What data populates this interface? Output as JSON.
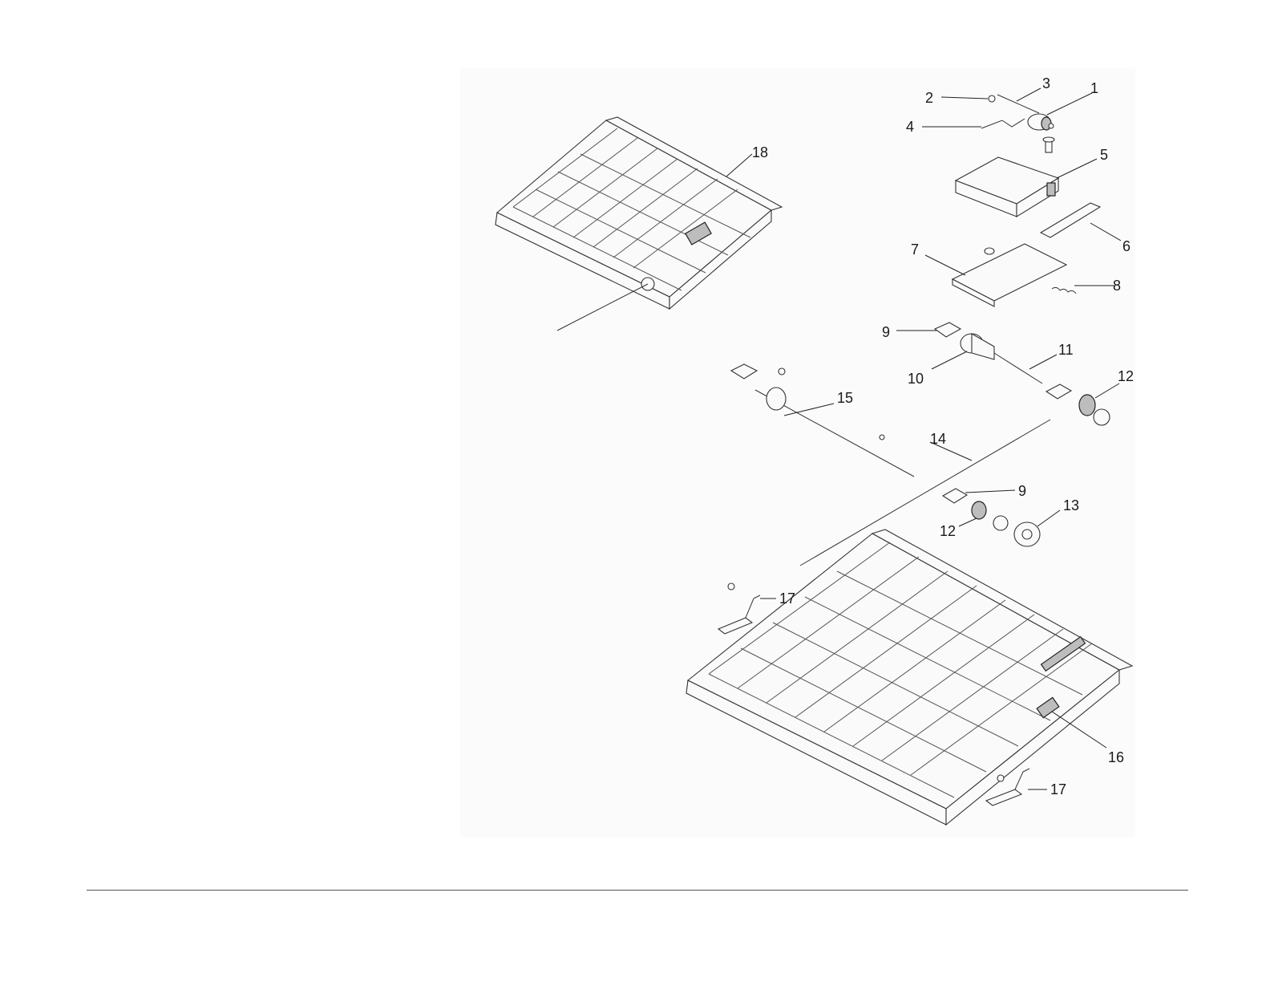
{
  "diagram": {
    "callouts": [
      {
        "id": "c1",
        "label": "1"
      },
      {
        "id": "c2",
        "label": "2"
      },
      {
        "id": "c3",
        "label": "3"
      },
      {
        "id": "c4",
        "label": "4"
      },
      {
        "id": "c5",
        "label": "5"
      },
      {
        "id": "c6",
        "label": "6"
      },
      {
        "id": "c7",
        "label": "7"
      },
      {
        "id": "c8",
        "label": "8"
      },
      {
        "id": "c9a",
        "label": "9"
      },
      {
        "id": "c9b",
        "label": "9"
      },
      {
        "id": "c10",
        "label": "10"
      },
      {
        "id": "c11",
        "label": "11"
      },
      {
        "id": "c12a",
        "label": "12"
      },
      {
        "id": "c12b",
        "label": "12"
      },
      {
        "id": "c13",
        "label": "13"
      },
      {
        "id": "c14",
        "label": "14"
      },
      {
        "id": "c15",
        "label": "15"
      },
      {
        "id": "c16",
        "label": "16"
      },
      {
        "id": "c17a",
        "label": "17"
      },
      {
        "id": "c17b",
        "label": "17"
      },
      {
        "id": "c18",
        "label": "18"
      }
    ]
  }
}
